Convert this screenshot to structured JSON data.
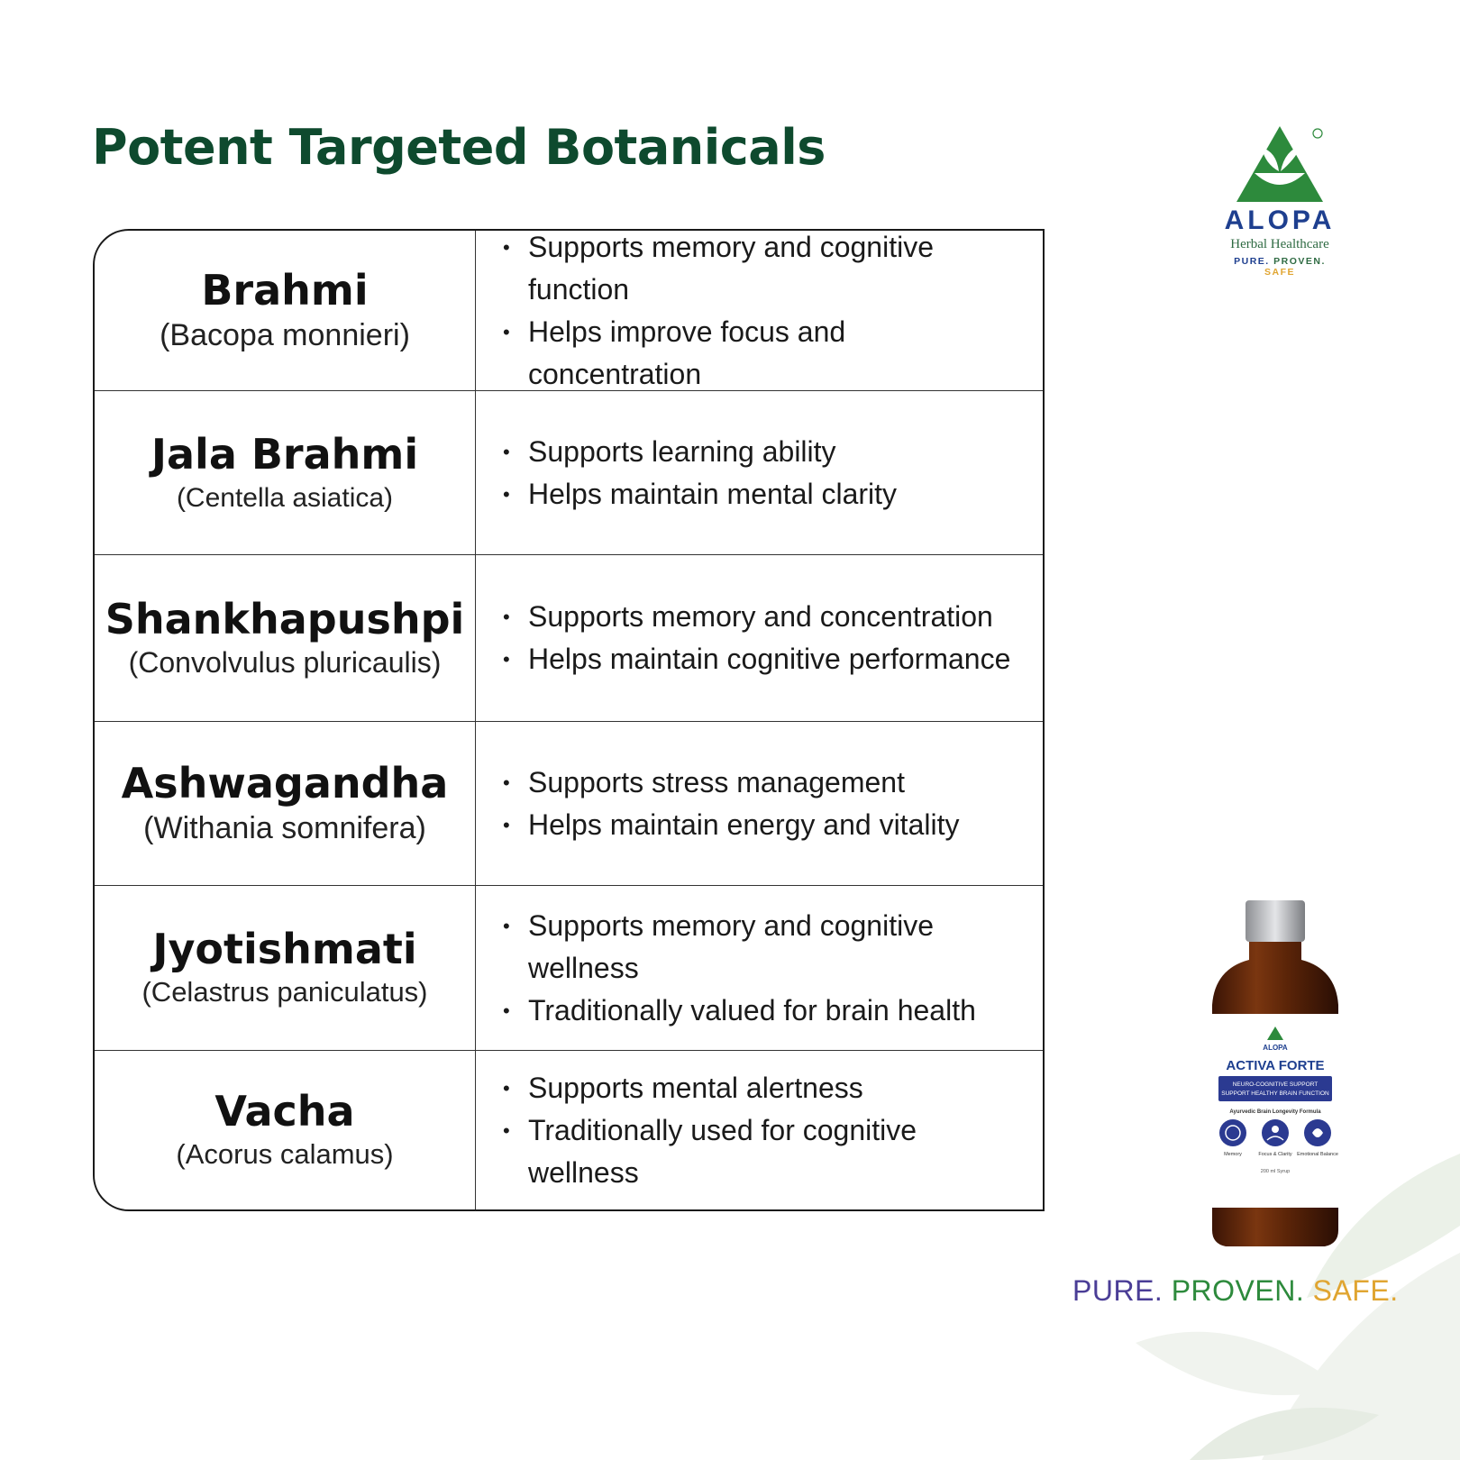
{
  "title": "Potent Targeted Botanicals",
  "logo": {
    "brand": "ALOPA",
    "subtitle": "Herbal Healthcare",
    "tagline": [
      "PURE.",
      "PROVEN.",
      "SAFE"
    ]
  },
  "botanicals": [
    {
      "name": "Brahmi",
      "latin": "(Bacopa monnieri)",
      "benefits": [
        "Supports memory and cognitive function",
        "Helps improve focus and concentration"
      ]
    },
    {
      "name": "Jala Brahmi",
      "latin": "(Centella asiatica)",
      "benefits": [
        "Supports learning ability",
        "Helps maintain mental clarity"
      ]
    },
    {
      "name": "Shankhapushpi",
      "latin": "(Convolvulus pluricaulis)",
      "benefits": [
        "Supports memory and concentration",
        "Helps maintain cognitive performance"
      ]
    },
    {
      "name": "Ashwagandha",
      "latin": "(Withania somnifera)",
      "benefits": [
        "Supports stress management",
        "Helps maintain energy and vitality"
      ]
    },
    {
      "name": "Jyotishmati",
      "latin": "(Celastrus paniculatus)",
      "benefits": [
        "Supports memory and cognitive wellness",
        "Traditionally valued for brain health"
      ]
    },
    {
      "name": "Vacha",
      "latin": "(Acorus calamus)",
      "benefits": [
        "Supports mental alertness",
        "Traditionally used for cognitive wellness"
      ]
    }
  ],
  "product": {
    "brand": "ALOPA",
    "name": "ACTIVA FORTE",
    "band_line1": "NEURO-COGNITIVE SUPPORT",
    "band_line2": "SUPPORT HEALTHY BRAIN FUNCTION",
    "formula": "Ayurvedic Brain Longevity Formula",
    "icons": [
      "Memory",
      "Focus & Clarity",
      "Emotional Balance"
    ],
    "volume": "200 ml Syrup"
  },
  "tagline": [
    "PURE.",
    "PROVEN.",
    "SAFE."
  ],
  "colors": {
    "title": "#0e4a2e",
    "brand_blue": "#1e3f8f",
    "brand_green": "#2d8a3c",
    "brand_gold": "#e0a531",
    "tagline_purple": "#4a3d96"
  }
}
